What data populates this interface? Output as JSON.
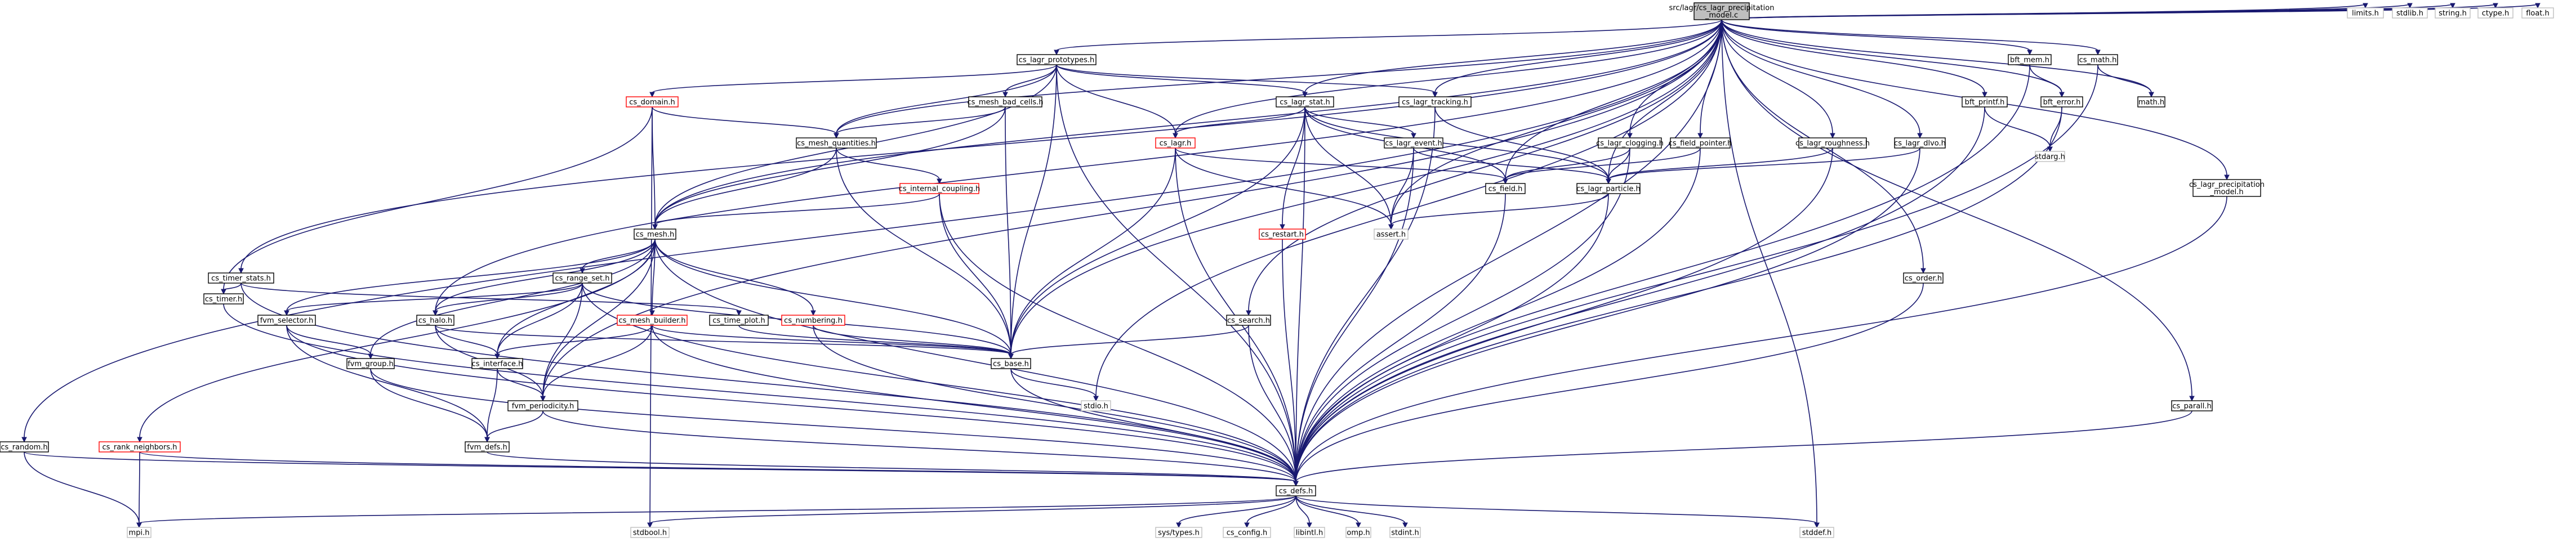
{
  "colors": {
    "edge": "#191970",
    "node_border": "#000000",
    "node_red_border": "#ff0000",
    "node_gray_border": "#bfbfbf",
    "root_fill": "#bfbfbf",
    "node_fill": "#ffffff"
  },
  "nodes": {
    "root": [
      "src/lagr/cs_lagr_precipitation",
      "_model.c"
    ],
    "limits": [
      "limits.h"
    ],
    "stdlib": [
      "stdlib.h"
    ],
    "string": [
      "string.h"
    ],
    "ctype": [
      "ctype.h"
    ],
    "float": [
      "float.h"
    ],
    "lagr_prototypes": [
      "cs_lagr_prototypes.h"
    ],
    "bft_mem": [
      "bft_mem.h"
    ],
    "cs_math": [
      "cs_math.h"
    ],
    "cs_domain": [
      "cs_domain.h"
    ],
    "mesh_bad_cells": [
      "cs_mesh_bad_cells.h"
    ],
    "lagr_stat": [
      "cs_lagr_stat.h"
    ],
    "lagr_tracking": [
      "cs_lagr_tracking.h"
    ],
    "bft_printf": [
      "bft_printf.h"
    ],
    "bft_error": [
      "bft_error.h"
    ],
    "math": [
      "math.h"
    ],
    "mesh_quantities": [
      "cs_mesh_quantities.h"
    ],
    "cs_lagr": [
      "cs_lagr.h"
    ],
    "lagr_event": [
      "cs_lagr_event.h"
    ],
    "lagr_clogging": [
      "cs_lagr_clogging.h"
    ],
    "field_pointer": [
      "cs_field_pointer.h"
    ],
    "lagr_roughness": [
      "cs_lagr_roughness.h"
    ],
    "lagr_dlvo": [
      "cs_lagr_dlvo.h"
    ],
    "stdarg": [
      "stdarg.h"
    ],
    "internal_coupling": [
      "cs_internal_coupling.h"
    ],
    "cs_field": [
      "cs_field.h"
    ],
    "lagr_particle": [
      "cs_lagr_particle.h"
    ],
    "lagr_precip_model": [
      "cs_lagr_precipitation",
      "_model.h"
    ],
    "cs_mesh": [
      "cs_mesh.h"
    ],
    "assert": [
      "assert.h"
    ],
    "cs_restart": [
      "cs_restart.h"
    ],
    "timer_stats": [
      "cs_timer_stats.h"
    ],
    "range_set": [
      "cs_range_set.h"
    ],
    "cs_order": [
      "cs_order.h"
    ],
    "cs_timer": [
      "cs_timer.h"
    ],
    "fvm_selector": [
      "fvm_selector.h"
    ],
    "cs_halo": [
      "cs_halo.h"
    ],
    "mesh_builder": [
      "cs_mesh_builder.h"
    ],
    "time_plot": [
      "cs_time_plot.h"
    ],
    "cs_numbering": [
      "cs_numbering.h"
    ],
    "cs_search": [
      "cs_search.h"
    ],
    "fvm_group": [
      "fvm_group.h"
    ],
    "cs_interface": [
      "cs_interface.h"
    ],
    "cs_base": [
      "cs_base.h"
    ],
    "fvm_periodicity": [
      "fvm_periodicity.h"
    ],
    "stdio": [
      "stdio.h"
    ],
    "cs_parall": [
      "cs_parall.h"
    ],
    "cs_random": [
      "cs_random.h"
    ],
    "rank_neighbors": [
      "cs_rank_neighbors.h"
    ],
    "fvm_defs": [
      "fvm_defs.h"
    ],
    "cs_defs": [
      "cs_defs.h"
    ],
    "mpi": [
      "mpi.h"
    ],
    "stdbool": [
      "stdbool.h"
    ],
    "sys_types": [
      "sys/types.h"
    ],
    "cs_config": [
      "cs_config.h"
    ],
    "libintl": [
      "libintl.h"
    ],
    "omp": [
      "omp.h"
    ],
    "stdint": [
      "stdint.h"
    ],
    "stddef": [
      "stddef.h"
    ]
  }
}
